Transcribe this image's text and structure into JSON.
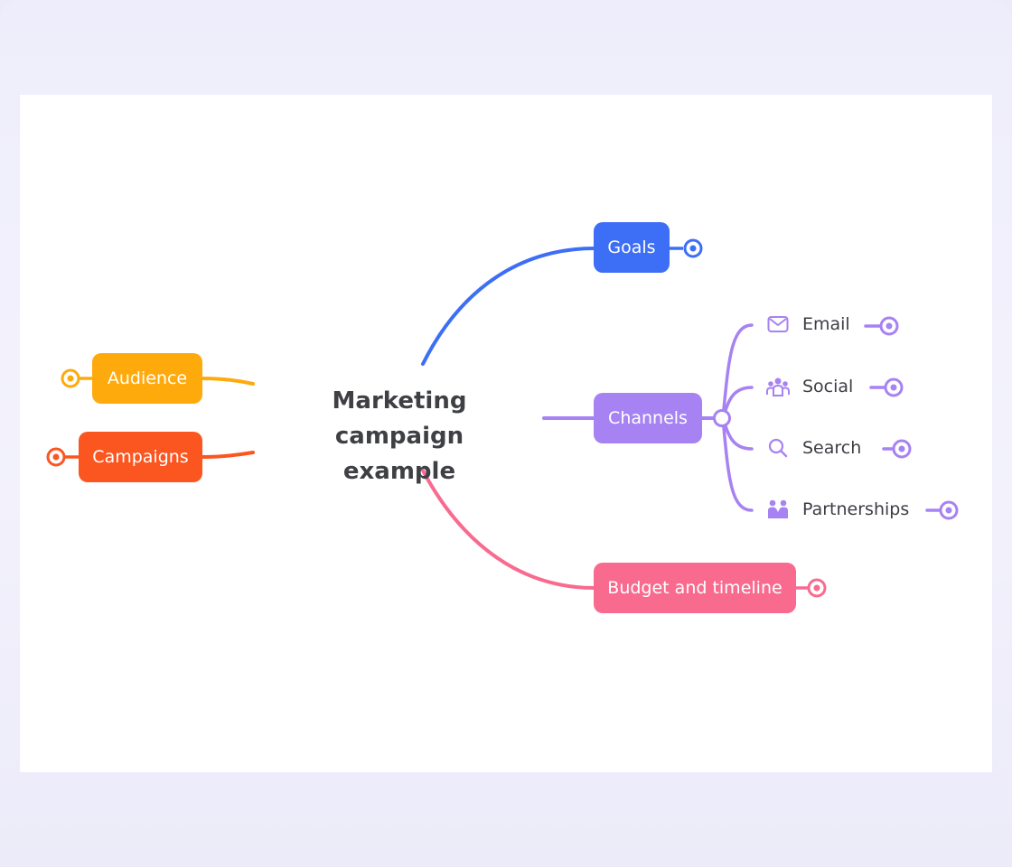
{
  "central_topic": {
    "line1": "Marketing campaign",
    "line2": "example"
  },
  "branches": {
    "goals": {
      "label": "Goals",
      "color": "#3d6ef6"
    },
    "channels": {
      "label": "Channels",
      "color": "#a782f2",
      "children": [
        {
          "label": "Email",
          "icon": "mail-icon"
        },
        {
          "label": "Social",
          "icon": "people-group-icon"
        },
        {
          "label": "Search",
          "icon": "search-icon"
        },
        {
          "label": "Partnerships",
          "icon": "partners-icon"
        }
      ]
    },
    "budget": {
      "label": "Budget and timeline",
      "color": "#f86b8f"
    },
    "audience": {
      "label": "Audience",
      "color": "#ffaa0c"
    },
    "campaigns": {
      "label": "Campaigns",
      "color": "#fb5520"
    }
  }
}
